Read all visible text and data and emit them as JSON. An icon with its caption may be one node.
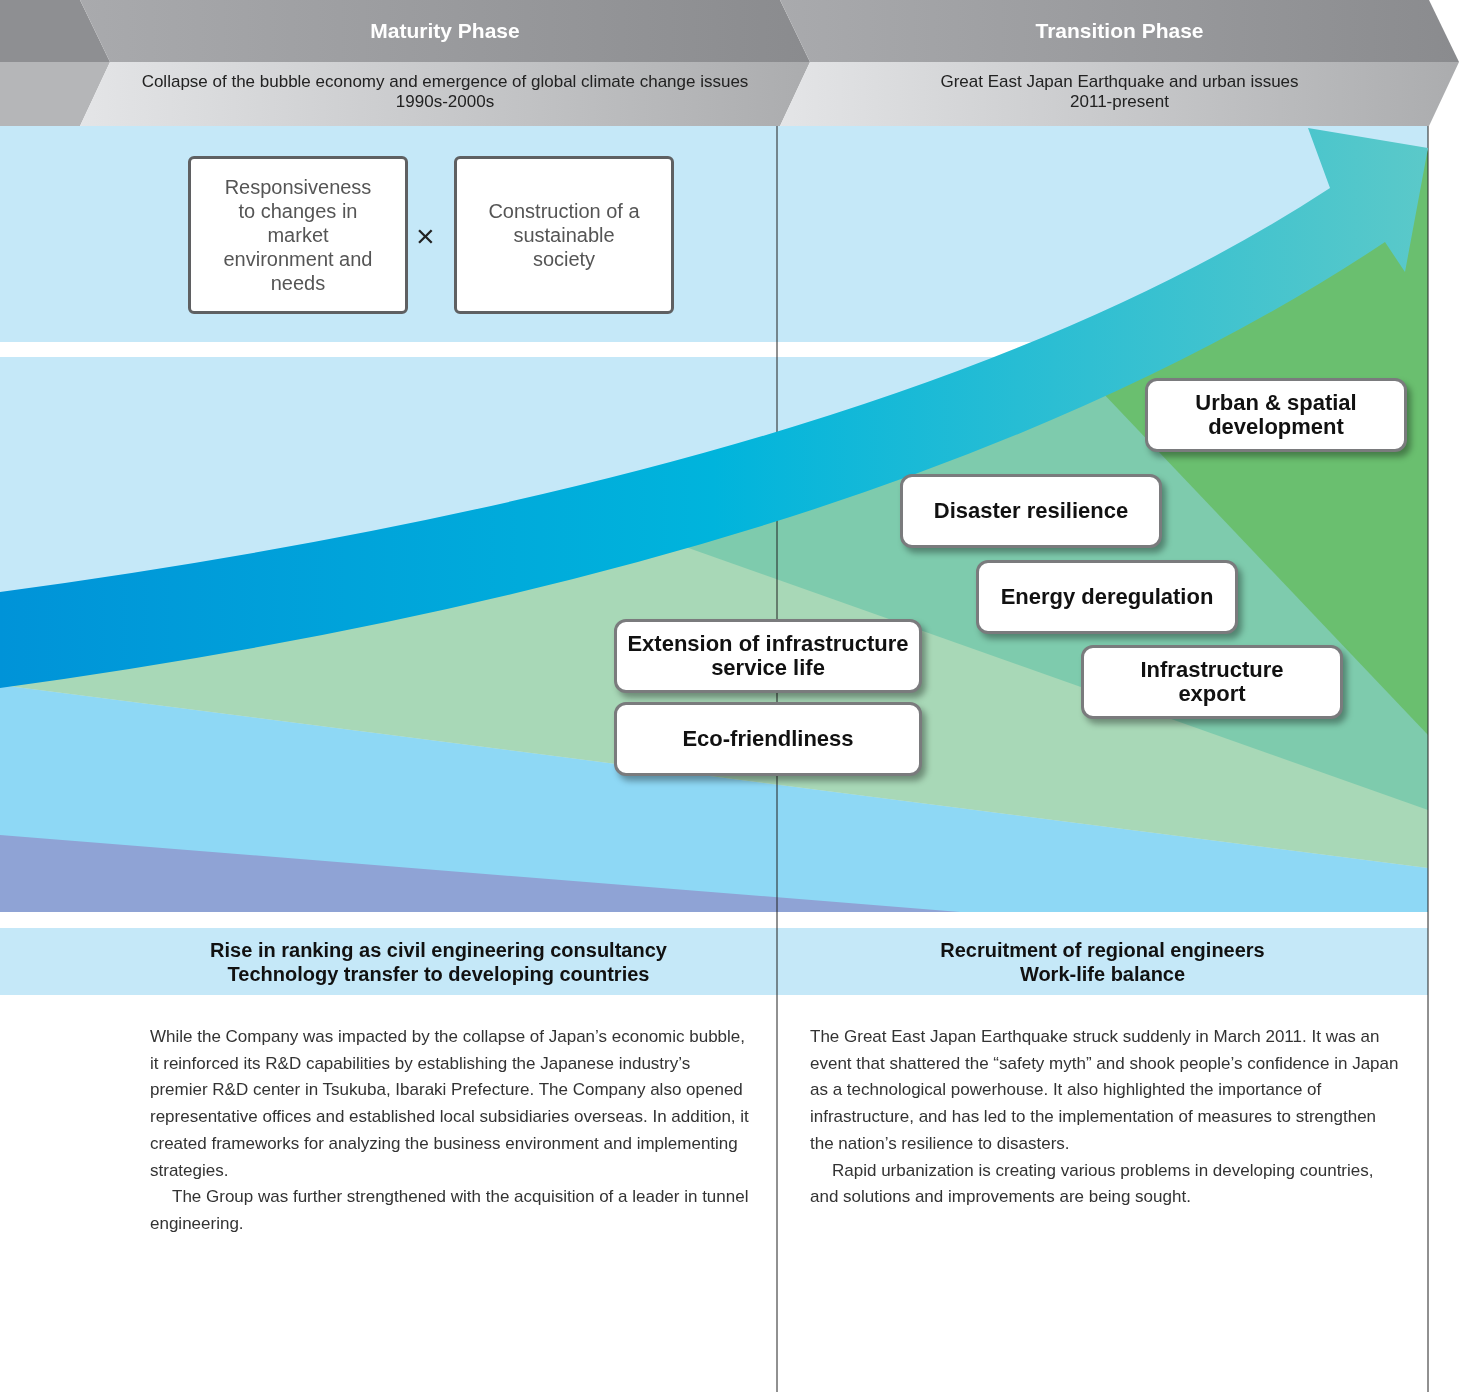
{
  "diagram": {
    "nodes": [
      {
        "text": [
          "Maturity Phase",
          "Collapse of the bubble economy and emergence of global climate change issues",
          "1990s-2000s"
        ]
      },
      {
        "text": [
          "Transition Phase",
          "Great East Japan Earthquake and urban issues",
          "2011-present"
        ]
      },
      {
        "text": [
          "Responsiveness to changes in market environment and needs"
        ]
      },
      {
        "text": [
          "Construction of a sustainable society"
        ]
      },
      {
        "text": [
          "Urban & spatial development"
        ]
      },
      {
        "text": [
          "Disaster resilience"
        ]
      },
      {
        "text": [
          "Energy deregulation"
        ]
      },
      {
        "text": [
          "Extension of infrastructure service life"
        ]
      },
      {
        "text": [
          "Infrastructure export"
        ]
      },
      {
        "text": [
          "Eco-friendliness"
        ]
      }
    ],
    "labels": [
      "×",
      "Rise in ranking as civil engineering consultancy",
      "Technology transfer to developing countries",
      "Recruitment of regional engineers",
      "Work-life balance",
      "While the Company was impacted by the collapse of Japan’s economic bubble, it reinforced its R&D capabilities by establishing the Japanese industry’s premier R&D center in Tsukuba, Ibaraki Prefecture. The Company also opened representative offices and established local subsidiaries overseas. In addition, it created frameworks for analyzing the business environment and implementing strategies.",
      "The Group was further strengthened with the acquisition of a leader in tunnel engineering.",
      "The Great East Japan Earthquake struck suddenly in March 2011. It was an event that shattered the “safety myth” and shook people’s confidence in Japan as a technological powerhouse. It also highlighted the importance of infrastructure, and has led to the implementation of measures to strengthen the nation’s resilience to disasters.",
      "Rapid urbanization is creating various problems in developing countries, and solutions and improvements are being sought."
    ]
  }
}
